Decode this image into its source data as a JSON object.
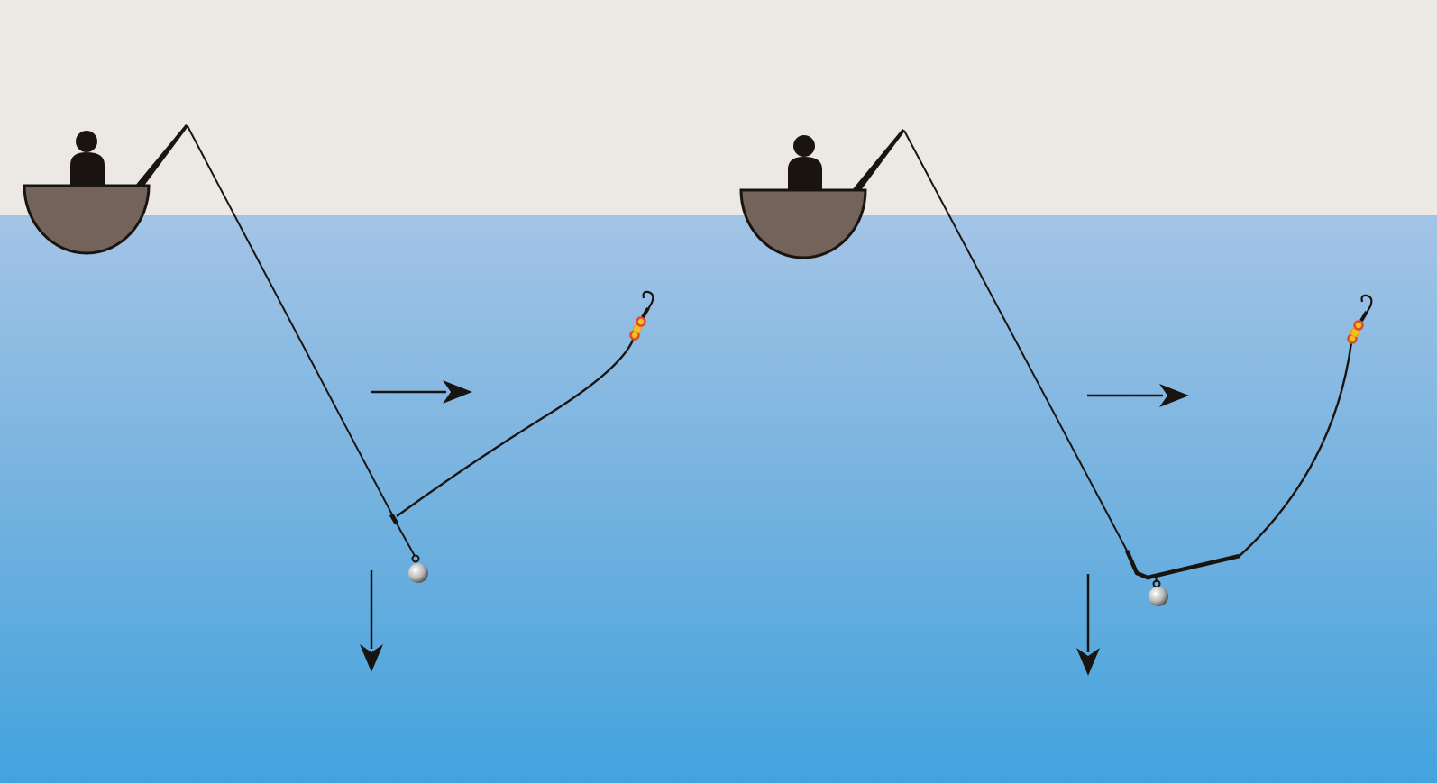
{
  "colors": {
    "sky": "#ece8e4",
    "water_top": "#a3c4e6",
    "water_mid": "#74b2df",
    "water_bottom": "#43a3de",
    "boat_hull": "#74635a",
    "ink": "#1a1411",
    "bead_red": "#e04a2e",
    "bead_yellow": "#f2c21f"
  },
  "panels": [
    {
      "name": "left-rig",
      "leader_style": "thin curved leader from swivel",
      "icons": [
        "boat-icon",
        "angler-icon",
        "rod-icon",
        "sinker-icon",
        "hook-icon",
        "bead-icon"
      ]
    },
    {
      "name": "right-rig",
      "leader_style": "rigid boom arm then curved leader",
      "icons": [
        "boat-icon",
        "angler-icon",
        "rod-icon",
        "sinker-icon",
        "hook-icon",
        "bead-icon"
      ]
    }
  ]
}
